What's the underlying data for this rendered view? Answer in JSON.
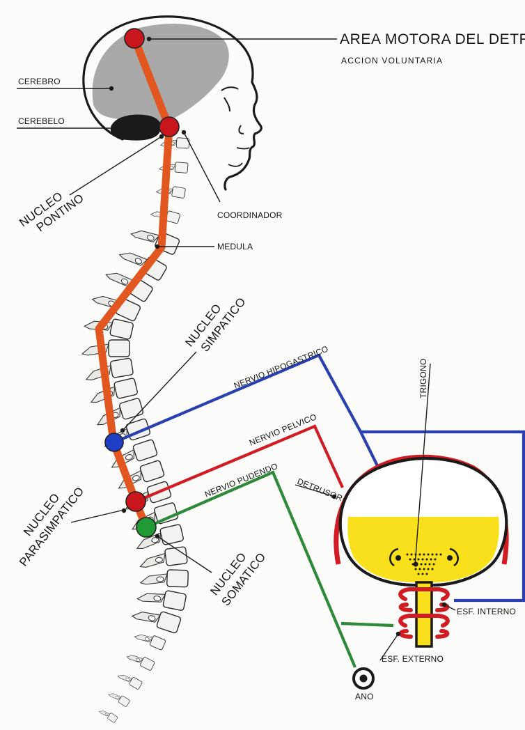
{
  "labels": {
    "area_motora": "AREA MOTORA DEL DETRUSOR",
    "accion_voluntaria": "ACCION VOLUNTARIA",
    "cerebro": "CEREBRO",
    "cerebelo": "CEREBELO",
    "nucleo_pontino": [
      "NUCLEO",
      "PONTINO"
    ],
    "coordinador": "COORDINADOR",
    "medula": "MEDULA",
    "nucleo_simpatico": [
      "NUCLEO",
      "SIMPATICO"
    ],
    "nervio_hipogastrico": "NERVIO HIPOGASTRICO",
    "trigono": "TRIGONO",
    "nervio_pelvico": "NERVIO PELVICO",
    "detrusor": "DETRUSOR",
    "nervio_pudendo": "NERVIO PUDENDO",
    "nucleo_parasimpatico": [
      "NUCLEO",
      "PARASIMPATICO"
    ],
    "nucleo_somatico": [
      "NUCLEO",
      "SOMATICO"
    ],
    "esf_interno": "ESF. INTERNO",
    "esf_externo": "ESF. EXTERNO",
    "ano": "ANO"
  },
  "colors": {
    "pathway_orange": "#e2561f",
    "node_red": "#c8161c",
    "node_blue": "#1f3ec4",
    "node_green": "#1f9a34",
    "nerve_blue": "#2a3fb0",
    "nerve_red": "#d11c24",
    "nerve_green": "#2e8a3a",
    "brain_gray": "#a7a7a7",
    "cerebellum_black": "#1a1a1a",
    "urine_yellow": "#f8e11c"
  }
}
